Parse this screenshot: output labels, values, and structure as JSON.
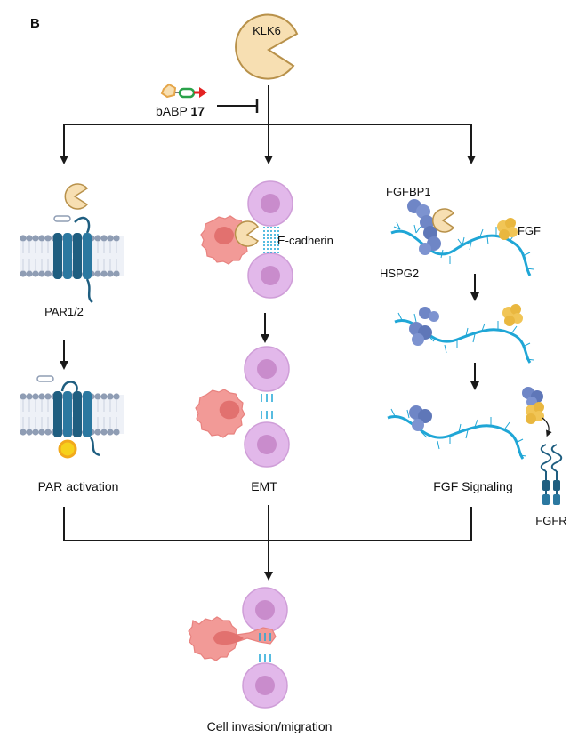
{
  "panel_letter": "B",
  "enzyme": "KLK6",
  "inhibitor": {
    "prefix": "bABP ",
    "number": "17"
  },
  "par": {
    "receptor": "PAR1/2",
    "outcome": "PAR activation"
  },
  "emt": {
    "adhesion": "E-cadherin",
    "outcome": "EMT"
  },
  "fgf": {
    "binding_protein": "FGFBP1",
    "growth_factor": "FGF",
    "proteoglycan": "HSPG2",
    "outcome": "FGF Signaling",
    "receptor": "FGFR"
  },
  "final_outcome": "Cell invasion/migration",
  "colors": {
    "line": "#1a1a1a",
    "klk6_fill": "#f7dfb2",
    "klk6_stroke": "#b8914a",
    "membrane_head": "#8f9db4",
    "receptor": "#1f5e80",
    "cell_outer": "#e2b8ea",
    "cell_nucleus": "#c98ccc",
    "tumor_cell": "#f29a97",
    "tumor_nucleus": "#e2716f",
    "hspg": "#1fa6d6",
    "fgfbp1": "#6f86c6",
    "fgf": "#f1c556",
    "spark": "#f6d11c"
  }
}
